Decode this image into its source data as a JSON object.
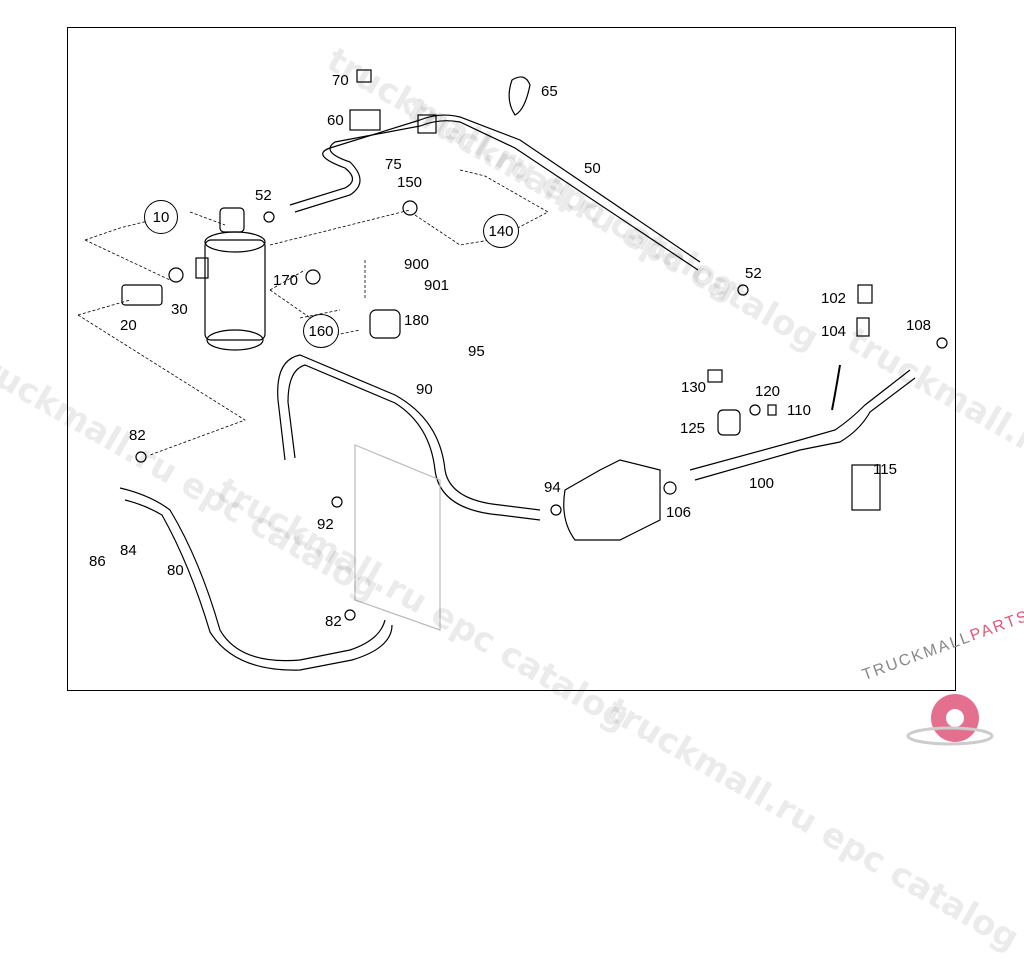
{
  "diagram": {
    "type": "exploded-parts-diagram",
    "subject": "A/C refrigerant lines, receiver-drier and compressor connections",
    "part_labels": [
      "70",
      "60",
      "65",
      "75",
      "52",
      "150",
      "50",
      "10",
      "140",
      "52",
      "102",
      "104",
      "108",
      "170",
      "900",
      "901",
      "20",
      "30",
      "160",
      "180",
      "95",
      "90",
      "130",
      "120",
      "110",
      "125",
      "82",
      "115",
      "94",
      "100",
      "106",
      "92",
      "84",
      "86",
      "80",
      "82"
    ],
    "group_labels": [
      "10",
      "140",
      "160"
    ]
  },
  "labels": {
    "p70": "70",
    "p60": "60",
    "p65": "65",
    "p75": "75",
    "p52a": "52",
    "p150": "150",
    "p50": "50",
    "p10": "10",
    "p140": "140",
    "p52b": "52",
    "p102": "102",
    "p104": "104",
    "p108": "108",
    "p170": "170",
    "p900": "900",
    "p901": "901",
    "p20": "20",
    "p30": "30",
    "p160": "160",
    "p180": "180",
    "p95": "95",
    "p90": "90",
    "p130": "130",
    "p120": "120",
    "p110": "110",
    "p125": "125",
    "p82a": "82",
    "p115": "115",
    "p94": "94",
    "p100": "100",
    "p106": "106",
    "p92": "92",
    "p84": "84",
    "p86": "86",
    "p80": "80",
    "p82b": "82"
  },
  "watermark": {
    "text": "truckmall.ru epc catalog",
    "logo_text_a": "TRUCKMALL",
    "logo_text_b": "PARTS",
    "logo_color": "#e0567a"
  }
}
